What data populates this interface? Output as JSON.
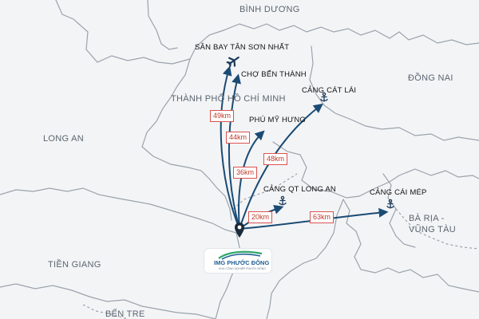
{
  "regions": {
    "binh_duong": "BÌNH DƯƠNG",
    "hcm": "THÀNH PHỐ HỒ CHÍ MINH",
    "dong_nai": "ĐỒNG NAI",
    "long_an": "LONG AN",
    "ba_ria_1": "BÀ RỊA -",
    "ba_ria_2": "VŨNG TÀU",
    "tien_giang": "TIỀN GIANG",
    "ben_tre": "BẾN TRE"
  },
  "destinations": {
    "airport": "SÂN BAY TÂN SƠN NHẤT",
    "ben_thanh": "CHỢ BẾN THÀNH",
    "cat_lai": "CẢNG CÁT LÁI",
    "phu_my_hung": "PHÚ MỸ HƯNG",
    "long_an_port": "CẢNG QT LONG AN",
    "cai_mep": "CẢNG CÁI MÉP"
  },
  "distances": {
    "airport": "49km",
    "ben_thanh": "44km",
    "phu_my_hung": "36km",
    "cat_lai": "48km",
    "long_an_port": "20km",
    "cai_mep": "63km"
  },
  "logo": {
    "name": "IMG PHƯỚC ĐÔNG",
    "tagline": "KHU CÔNG NGHIỆP PHƯỚC ĐÔNG"
  },
  "colors": {
    "route": "#1a4b74",
    "distance_label": "#c0392b",
    "border": "#9aa3ab",
    "land": "#f3f4f6"
  },
  "icons": {
    "origin": "map-pin-icon",
    "airport": "airplane-icon",
    "ports": "anchor-icon"
  }
}
